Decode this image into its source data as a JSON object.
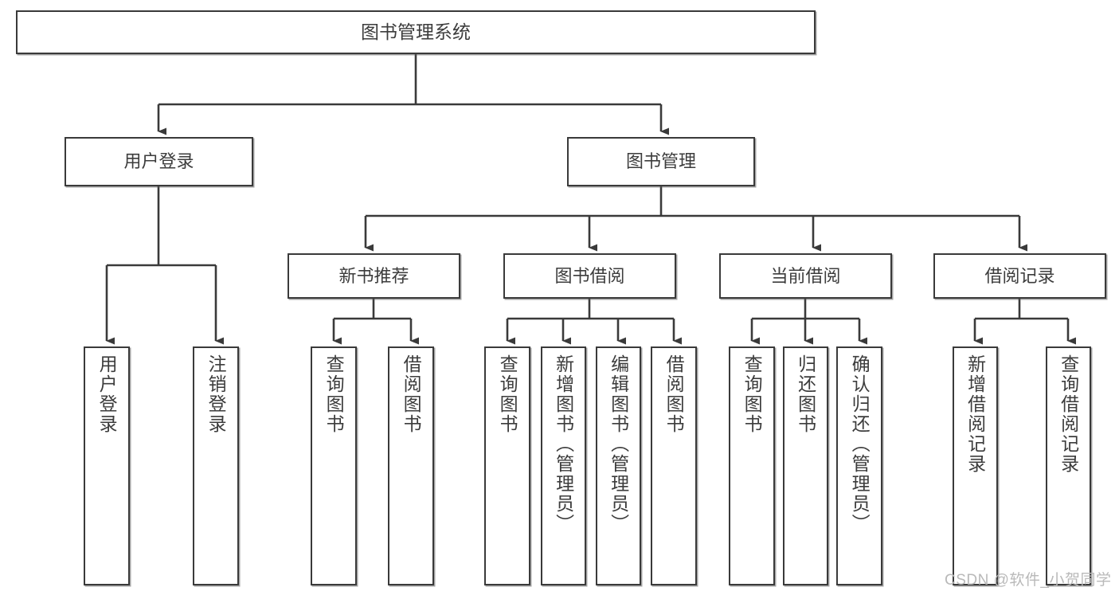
{
  "diagram": {
    "title": "图书管理系统",
    "watermark": "CSDN @软件_小贺同学",
    "line_color": "#3a3a3a",
    "box_fill": "#ffffff",
    "text_color": "#3c3c3c",
    "root": {
      "label": "图书管理系统"
    },
    "level2": [
      {
        "label": "用户登录"
      },
      {
        "label": "图书管理"
      }
    ],
    "level3": [
      {
        "label": "新书推荐"
      },
      {
        "label": "图书借阅"
      },
      {
        "label": "当前借阅"
      },
      {
        "label": "借阅记录"
      }
    ],
    "leaves": {
      "user_login": [
        {
          "label": "用户登录"
        },
        {
          "label": "注销登录"
        }
      ],
      "new_book_recommend": [
        {
          "label": "查询图书"
        },
        {
          "label": "借阅图书"
        }
      ],
      "book_borrow": [
        {
          "label": "查询图书"
        },
        {
          "label": "新增图书（管理员）"
        },
        {
          "label": "编辑图书（管理员）"
        },
        {
          "label": "借阅图书"
        }
      ],
      "current_borrow": [
        {
          "label": "查询图书"
        },
        {
          "label": "归还图书"
        },
        {
          "label": "确认归还（管理员）"
        }
      ],
      "borrow_record": [
        {
          "label": "新增借阅记录"
        },
        {
          "label": "查询借阅记录"
        }
      ]
    }
  }
}
